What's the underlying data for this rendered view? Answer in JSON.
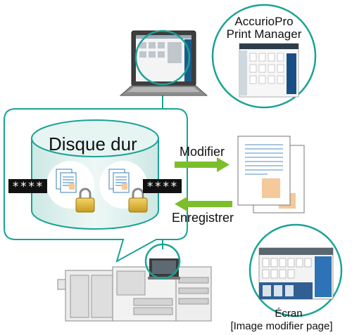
{
  "disk": {
    "title": "Disque dur"
  },
  "masks": {
    "left": "****",
    "right": "****"
  },
  "arrows": {
    "modify": "Modifier",
    "save": "Enregistrer"
  },
  "software": {
    "line1": "AccurioPro",
    "line2": "Print Manager"
  },
  "screen": {
    "line1": "Écran",
    "line2": "[Image modifier page]"
  },
  "colors": {
    "teal": "#1aa396",
    "green": "#7cbf2b",
    "disk_fill": "#dff1ee",
    "page_orange": "#f6c99a"
  }
}
